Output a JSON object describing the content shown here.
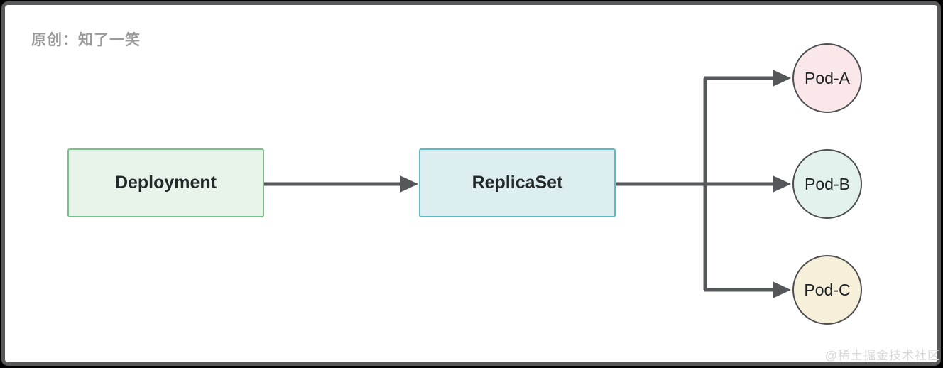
{
  "header": {
    "credit": "原创：知了一笑"
  },
  "watermark": "@稀土掘金技术社区",
  "diagram": {
    "type": "flow",
    "connector_color": "#55585a",
    "nodes": [
      {
        "id": "deployment",
        "label": "Deployment",
        "shape": "rect",
        "fill": "#e8f4e9",
        "border": "#7cbf8c"
      },
      {
        "id": "replicaset",
        "label": "ReplicaSet",
        "shape": "rect",
        "fill": "#ddeef0",
        "border": "#62b8c0"
      },
      {
        "id": "pod-a",
        "label": "Pod-A",
        "shape": "circle",
        "fill": "#fae7e9",
        "border": "#4c4e50"
      },
      {
        "id": "pod-b",
        "label": "Pod-B",
        "shape": "circle",
        "fill": "#e4f2ee",
        "border": "#4c4e50"
      },
      {
        "id": "pod-c",
        "label": "Pod-C",
        "shape": "circle",
        "fill": "#f6efda",
        "border": "#4c4e50"
      }
    ],
    "edges": [
      {
        "from": "Deployment",
        "to": "ReplicaSet"
      },
      {
        "from": "ReplicaSet",
        "to": "Pod-A"
      },
      {
        "from": "ReplicaSet",
        "to": "Pod-B"
      },
      {
        "from": "ReplicaSet",
        "to": "Pod-C"
      }
    ]
  }
}
